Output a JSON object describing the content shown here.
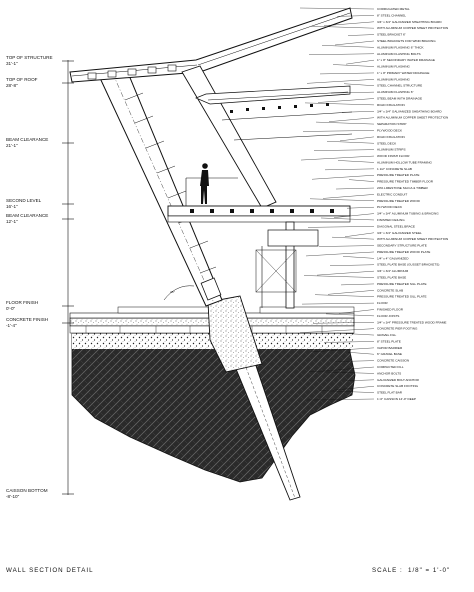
{
  "drawing": {
    "title": "WALL SECTION DETAIL",
    "scale_label": "SCALE :",
    "scale_value": "1/8\" = 1'-0\""
  },
  "levels": [
    {
      "name": "TOP OF STRUCTURE",
      "elev": "31'-1\""
    },
    {
      "name": "TOP OF ROOF",
      "elev": "28'-8\""
    },
    {
      "name": "BEAM CLEARANCE",
      "elev": "21'-1\""
    },
    {
      "name": "SECOND LEVEL",
      "elev": "16'-1\""
    },
    {
      "name": "BEAM CLEARANCE",
      "elev": "12'-1\""
    },
    {
      "name": "FLOOR FINISH",
      "elev": "0'-0\""
    },
    {
      "name": "CONCRETE FINISH",
      "elev": "-1'-4\""
    },
    {
      "name": "CAISSON BOTTOM",
      "elev": "-8'-10\""
    }
  ],
  "notes": [
    "CORRUGATED METAL",
    "8\" STEEL CHANNEL",
    "3/4\" x 3/4\" GALVANIZED SHEATHING BOARD",
    "WITH ALUMINUM COPPER SHEET PROTECTION",
    "STEEL BRACKET 6\"",
    "STEEL BRACKETS FOR WIND BRACING",
    "ALUMINUM FLASHING 6\" THICK",
    "ALUMINUM FLASHING BOLTS",
    "1\" x 8\" SECONDARY WATER DRAINAGE",
    "ALUMINUM FLASHING",
    "1\" x 8\" PRIMARY WATER DRAINAGE",
    "ALUMINUM FLASHING",
    "STEEL CHANNEL STRUCTURE",
    "ALUMINUM FLASHING 6\"",
    "STEEL BEAM WITH DRAINAGE",
    "RIGID INSULATION",
    "3/4\" x 3/4\" GALVANIZED SHEATHING BOARD",
    "WITH ALUMINUM COPPER SHEET PROTECTION",
    "SEPARATION STRIP",
    "PLYWOOD DECK",
    "RIGID INSULATION",
    "STEEL DECK",
    "ALUMINUM STRIPS",
    "WOOD FINISH FLOOR",
    "ALUMINUM HOLLOW TUBE FRAMING",
    "1 1/2\" CONCRETE SLAB",
    "PRESSURE TREATED PLATE",
    "PRESSURE TREATED TIMBER FLOOR",
    "20% LIMESTONE SILICA & TIMBER",
    "ELECTRIC CONDUIT",
    "PRESSURE TREATED WOOD",
    "PLYWOOD DECK",
    "3/4\" x 3/4\" ALUMINUM TUBING & BRACING",
    "FINISHED CEILING",
    "DIAGONAL STEEL BRACE",
    "3/4\" x 3/4\" GALVANIZED STEEL",
    "WITH ALUMINUM COPPER SHEET PROTECTION",
    "SECONDARY STRUCTURE PLATE",
    "PRESSURE TREATED WOOD PLATE",
    "1/4\" x 4\" GALVANIZED",
    "STEEL PLATE BASE (GUSSET BRACKETS)",
    "3/4\" x 3/4\" ALUMINUM",
    "STEEL PLATE BASE",
    "PRESSURE TREATED SILL PLATE",
    "CONCRETE SLAB",
    "PRESSURE TREATED SILL PLATE",
    "FLOOR",
    "FINISHED FLOOR",
    "FLOOR JOISTS",
    "3/4\" x 3/4\" PRESSURE TREATED WOOD FRAME",
    "CONCRETE PIER FOOTING",
    "GRAVEL FILL",
    "8\" STEEL PLATE",
    "VAPOR BARRIER",
    "6\" GRAVEL BASE",
    "CONCRETE CAISSON",
    "COMPACTED FILL",
    "ANCHOR BOLTS",
    "GALVANIZED BOLT ANCHOR",
    "CONCRETE SLAB FOOTING",
    "STEEL FLAT BAR",
    "1'-0\" CAISSON 14'-0\" DEEP"
  ]
}
